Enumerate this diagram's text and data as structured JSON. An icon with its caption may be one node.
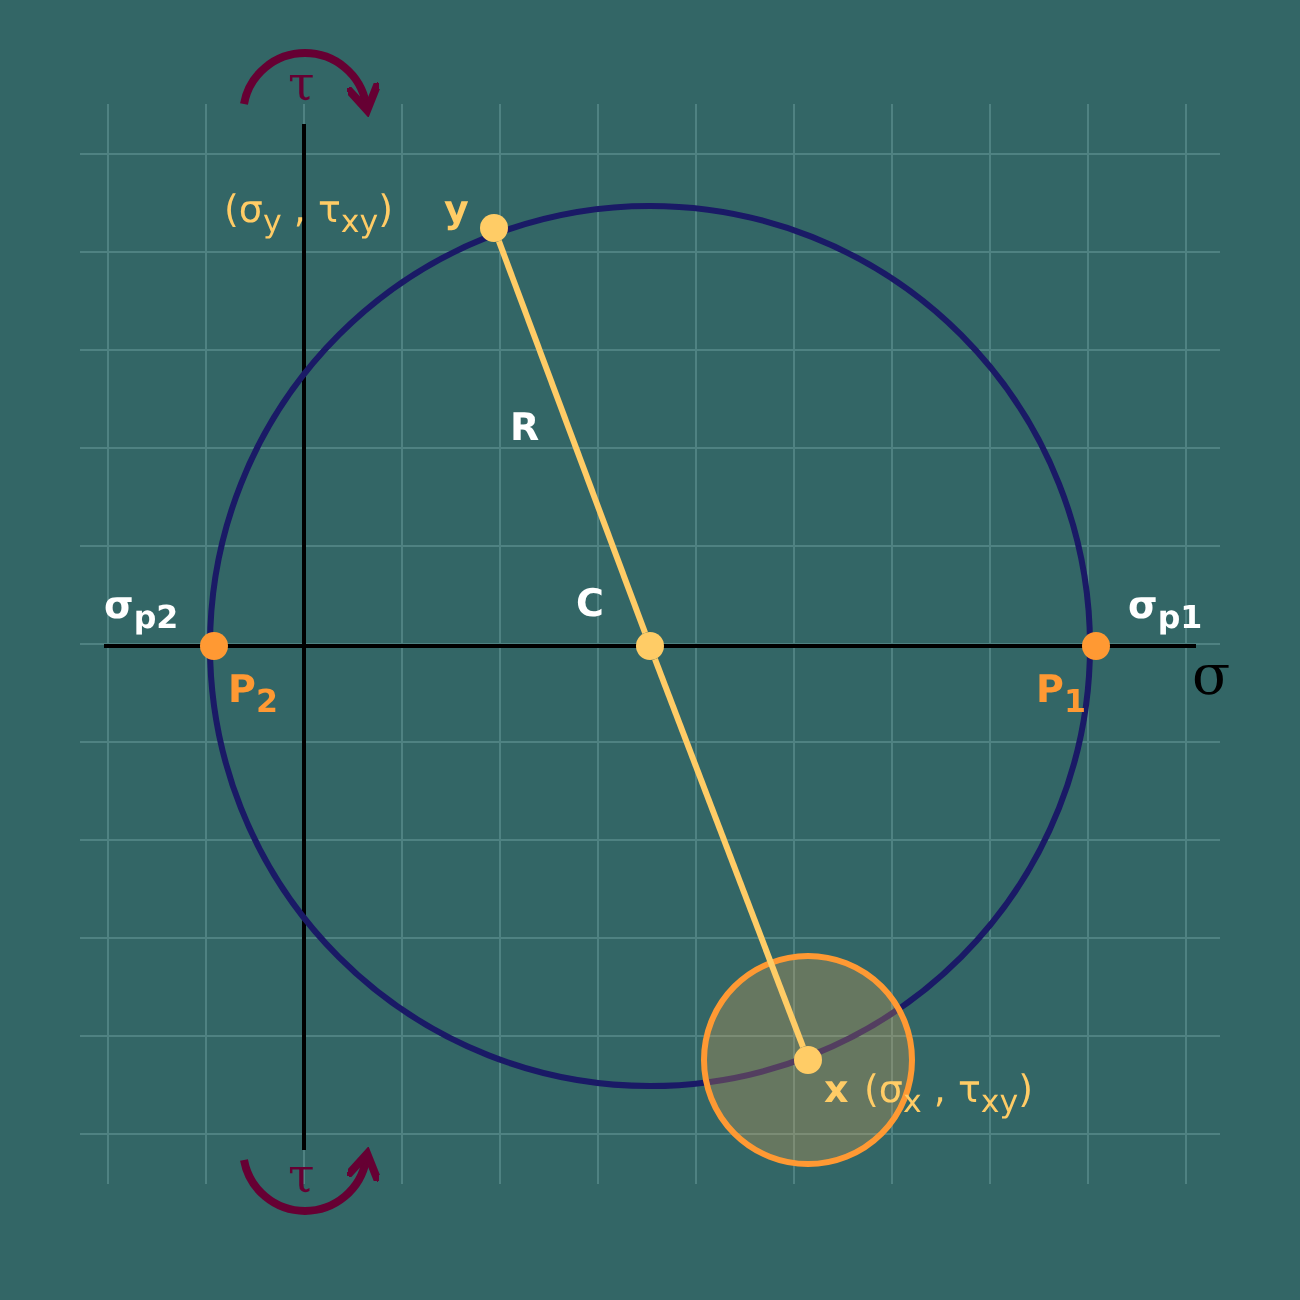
{
  "diagram": {
    "nodes": [
      {
        "text": [],
        "shape": "circle",
        "beside": [
          "(σ$_{y}$ , τ$_{xy}$)",
          "y"
        ]
      },
      {
        "text": [],
        "shape": "circle",
        "beside": [
          "C"
        ]
      },
      {
        "text": [],
        "shape": "circle",
        "beside": [
          "x",
          "(σ$_{x}$ , τ$_{xy}$)"
        ]
      },
      {
        "text": [],
        "shape": "circle",
        "beside": [
          "σ$_{p2}$",
          "P$_{2}$"
        ]
      },
      {
        "text": [],
        "shape": "circle",
        "beside": [
          "σ$_{p1}$",
          "P$_{1}$"
        ]
      }
    ],
    "edges": [
      {
        "from": 0,
        "to": 1,
        "arrow": "none",
        "label": "R"
      },
      {
        "from": 1,
        "to": 2,
        "arrow": "none"
      }
    ],
    "labels": [
      "τ",
      "σ",
      "τ"
    ]
  }
}
